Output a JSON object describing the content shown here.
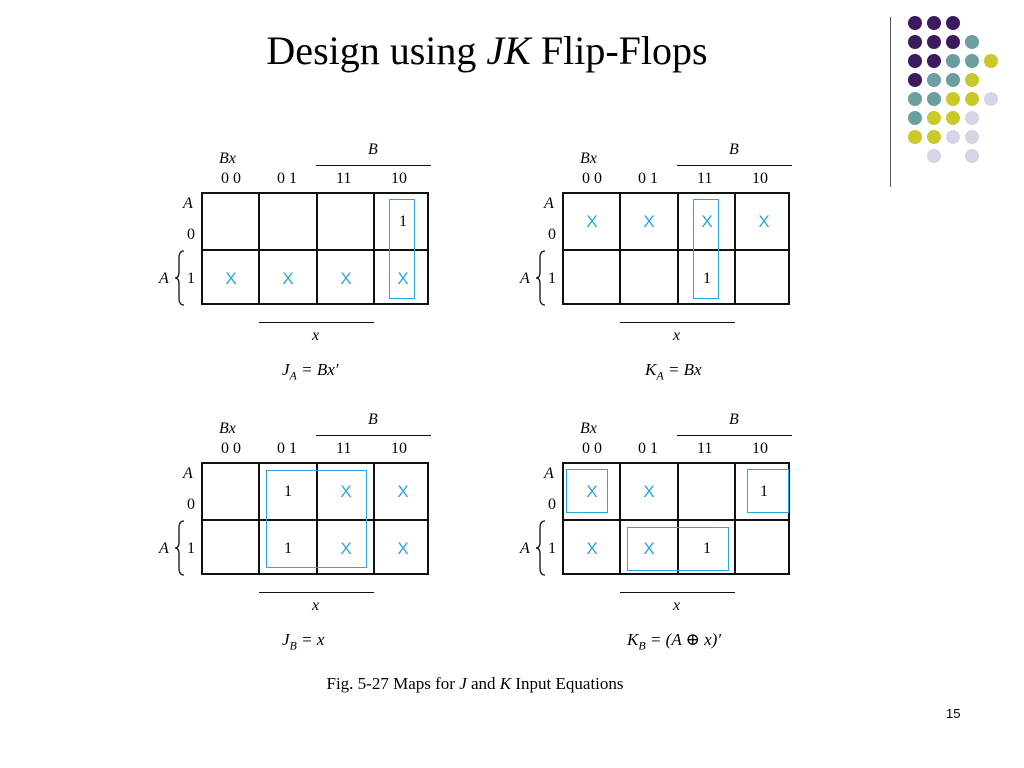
{
  "slide": {
    "title_pre": "Design using ",
    "title_jk": "JK",
    "title_post": " Flip-Flops",
    "caption_pre": "Fig. 5-27  Maps for ",
    "caption_j": "J",
    "caption_mid": " and ",
    "caption_k": "K",
    "caption_post": " Input Equations",
    "page_number": "15"
  },
  "colors": {
    "accent": "#2aa6e0",
    "purple": "#3d1a5e",
    "teal": "#6b9e9e",
    "yellow": "#c9c92a",
    "lavender": "#d6d4e6"
  },
  "map_labels": {
    "bx": "Bx",
    "b": "B",
    "x": "x",
    "a": "A",
    "cols": [
      "0 0",
      "0 1",
      "11",
      "10"
    ],
    "row0": "0",
    "row1": "1"
  },
  "kmaps": [
    {
      "name": "JA",
      "cells": [
        [
          "",
          "",
          "",
          "1"
        ],
        [
          "X",
          "X",
          "X",
          "X"
        ]
      ],
      "eq_var": "J",
      "eq_sub": "A",
      "eq_rhs": " = Bx′"
    },
    {
      "name": "KA",
      "cells": [
        [
          "X",
          "X",
          "X",
          "X"
        ],
        [
          "",
          "",
          "1",
          ""
        ]
      ],
      "eq_var": "K",
      "eq_sub": "A",
      "eq_rhs": " = Bx"
    },
    {
      "name": "JB",
      "cells": [
        [
          "",
          "1",
          "X",
          "X"
        ],
        [
          "",
          "1",
          "X",
          "X"
        ]
      ],
      "eq_var": "J",
      "eq_sub": "B",
      "eq_rhs": " = x"
    },
    {
      "name": "KB",
      "cells": [
        [
          "X",
          "X",
          "",
          "1"
        ],
        [
          "X",
          "X",
          "1",
          ""
        ]
      ],
      "eq_var": "K",
      "eq_sub": "B",
      "eq_rhs": " = (A ⊕ x)′"
    }
  ]
}
